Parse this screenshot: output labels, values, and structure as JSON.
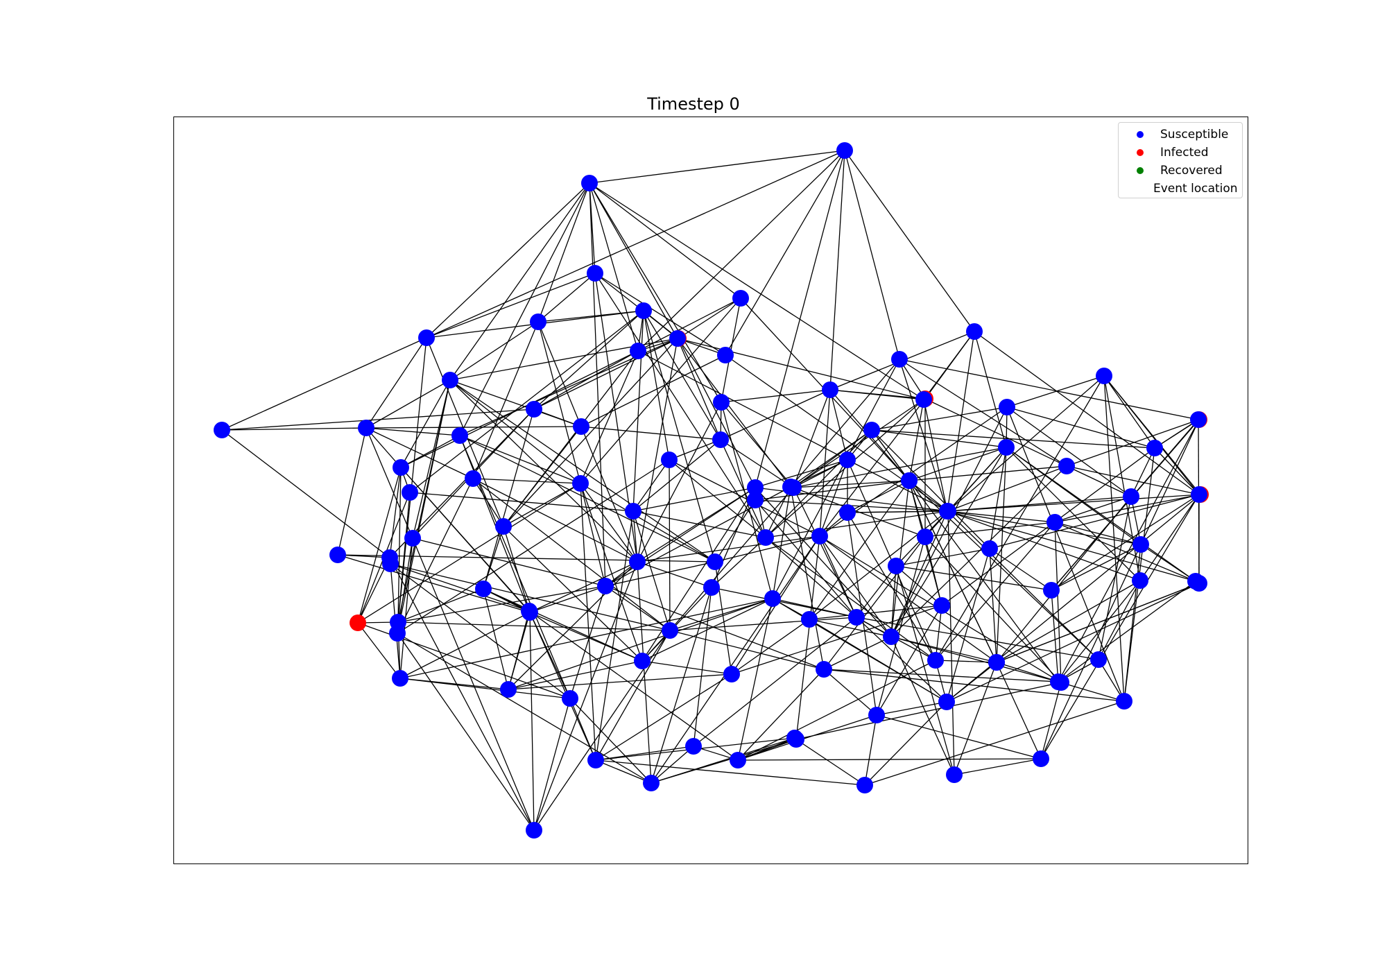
{
  "title": "Timestep 0",
  "legend": {
    "items": [
      {
        "label": "Susceptible",
        "color": "#0000ff"
      },
      {
        "label": "Infected",
        "color": "#ff0000"
      },
      {
        "label": "Recovered",
        "color": "#008000"
      },
      {
        "label": "Event location",
        "color": "#40e0d0"
      }
    ]
  },
  "colors": {
    "susceptible": "#0000ff",
    "infected": "#ff0000",
    "edge": "#000000"
  },
  "graph": {
    "node_count": 100,
    "infected_count": 5
  }
}
